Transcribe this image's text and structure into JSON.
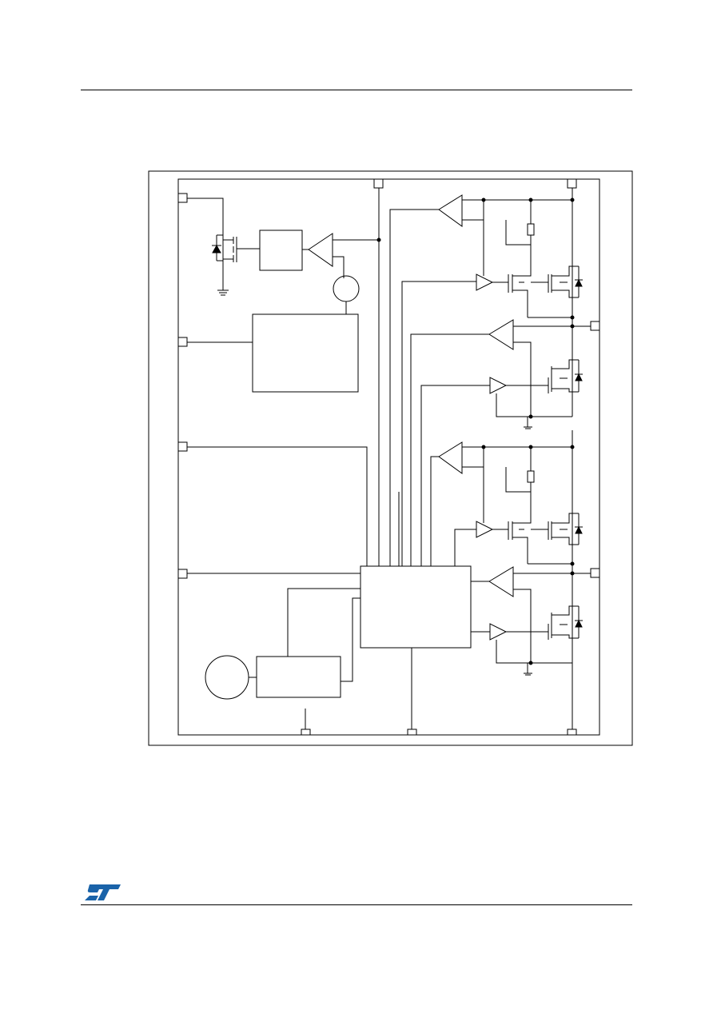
{
  "page": {
    "brand": {
      "logo_name": "st-logo",
      "logo_color": "#1a63a9"
    },
    "colors": {
      "line": "#000000",
      "background": "#ffffff"
    }
  },
  "block_diagram": {
    "pins": [
      "left-pin-1",
      "left-pin-2",
      "left-pin-3",
      "left-pin-4",
      "top-pin-1",
      "top-pin-2",
      "right-pin-1",
      "right-pin-2",
      "bottom-pin-1",
      "bottom-pin-2",
      "bottom-pin-3"
    ],
    "blocks": [
      "regulator-block",
      "charge-pump-block",
      "control-logic-block",
      "oscillator-block",
      "current-source-circle",
      "oscillator-circle"
    ],
    "half_bridges": 2
  }
}
